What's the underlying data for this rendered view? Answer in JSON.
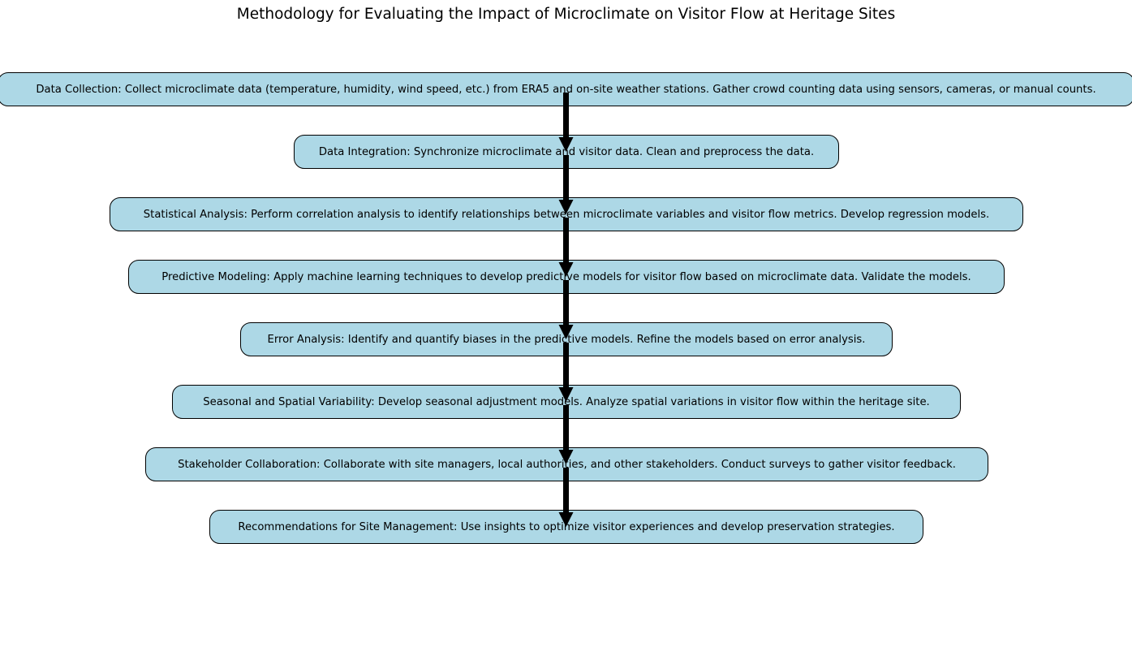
{
  "title": "Methodology for Evaluating the Impact of Microclimate on Visitor Flow at Heritage Sites",
  "style": {
    "box_fill": "#add8e6",
    "box_border": "#000000",
    "arrow_color": "#000000"
  },
  "steps": [
    {
      "text": "Data Collection: Collect microclimate data (temperature, humidity, wind speed, etc.) from ERA5 and on-site weather stations. Gather crowd counting data using sensors, cameras, or manual counts."
    },
    {
      "text": "Data Integration: Synchronize microclimate and visitor data. Clean and preprocess the data."
    },
    {
      "text": "Statistical Analysis: Perform correlation analysis to identify relationships between microclimate variables and visitor flow metrics. Develop regression models."
    },
    {
      "text": "Predictive Modeling: Apply machine learning techniques to develop predictive models for visitor flow based on microclimate data. Validate the models."
    },
    {
      "text": "Error Analysis: Identify and quantify biases in the predictive models. Refine the models based on error analysis."
    },
    {
      "text": "Seasonal and Spatial Variability: Develop seasonal adjustment models. Analyze spatial variations in visitor flow within the heritage site."
    },
    {
      "text": "Stakeholder Collaboration: Collaborate with site managers, local authorities, and other stakeholders. Conduct surveys to gather visitor feedback."
    },
    {
      "text": "Recommendations for Site Management: Use insights to optimize visitor experiences and develop preservation strategies."
    }
  ]
}
